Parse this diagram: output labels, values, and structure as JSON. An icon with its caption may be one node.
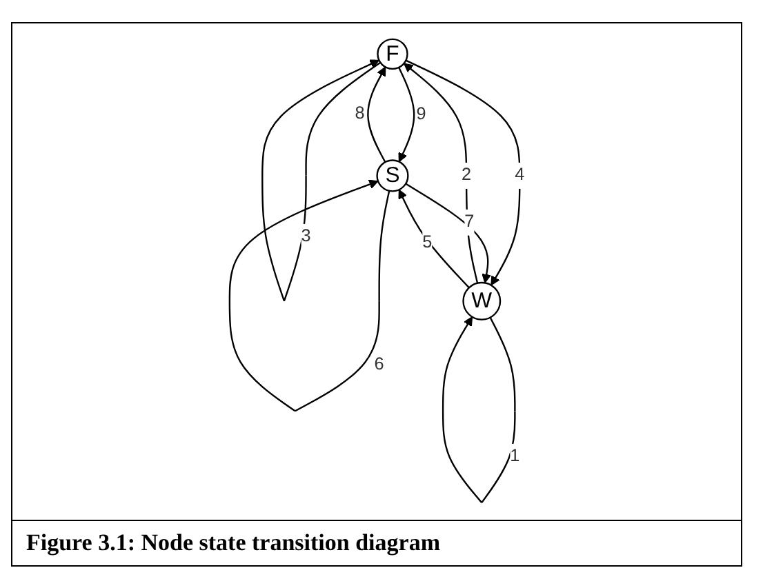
{
  "diagram": {
    "caption": "Figure 3.1: Node state transition diagram",
    "nodes": [
      {
        "text": [
          "F"
        ]
      },
      {
        "text": [
          "S"
        ]
      },
      {
        "text": [
          "W"
        ]
      }
    ],
    "edges": [
      {
        "from": 0,
        "to": 0,
        "arrow": "to",
        "label": "3"
      },
      {
        "from": 0,
        "to": 1,
        "arrow": "to",
        "label": "9"
      },
      {
        "from": 1,
        "to": 0,
        "arrow": "to",
        "label": "8"
      },
      {
        "from": 0,
        "to": 2,
        "arrow": "to",
        "label": "4"
      },
      {
        "from": 2,
        "to": 0,
        "arrow": "to",
        "label": "2"
      },
      {
        "from": 2,
        "to": 1,
        "arrow": "to",
        "label": "5"
      },
      {
        "from": 1,
        "to": 2,
        "arrow": "to",
        "label": "7"
      },
      {
        "from": 1,
        "to": 1,
        "arrow": "to",
        "label": "6"
      },
      {
        "from": 2,
        "to": 2,
        "arrow": "to",
        "label": "1"
      }
    ]
  }
}
